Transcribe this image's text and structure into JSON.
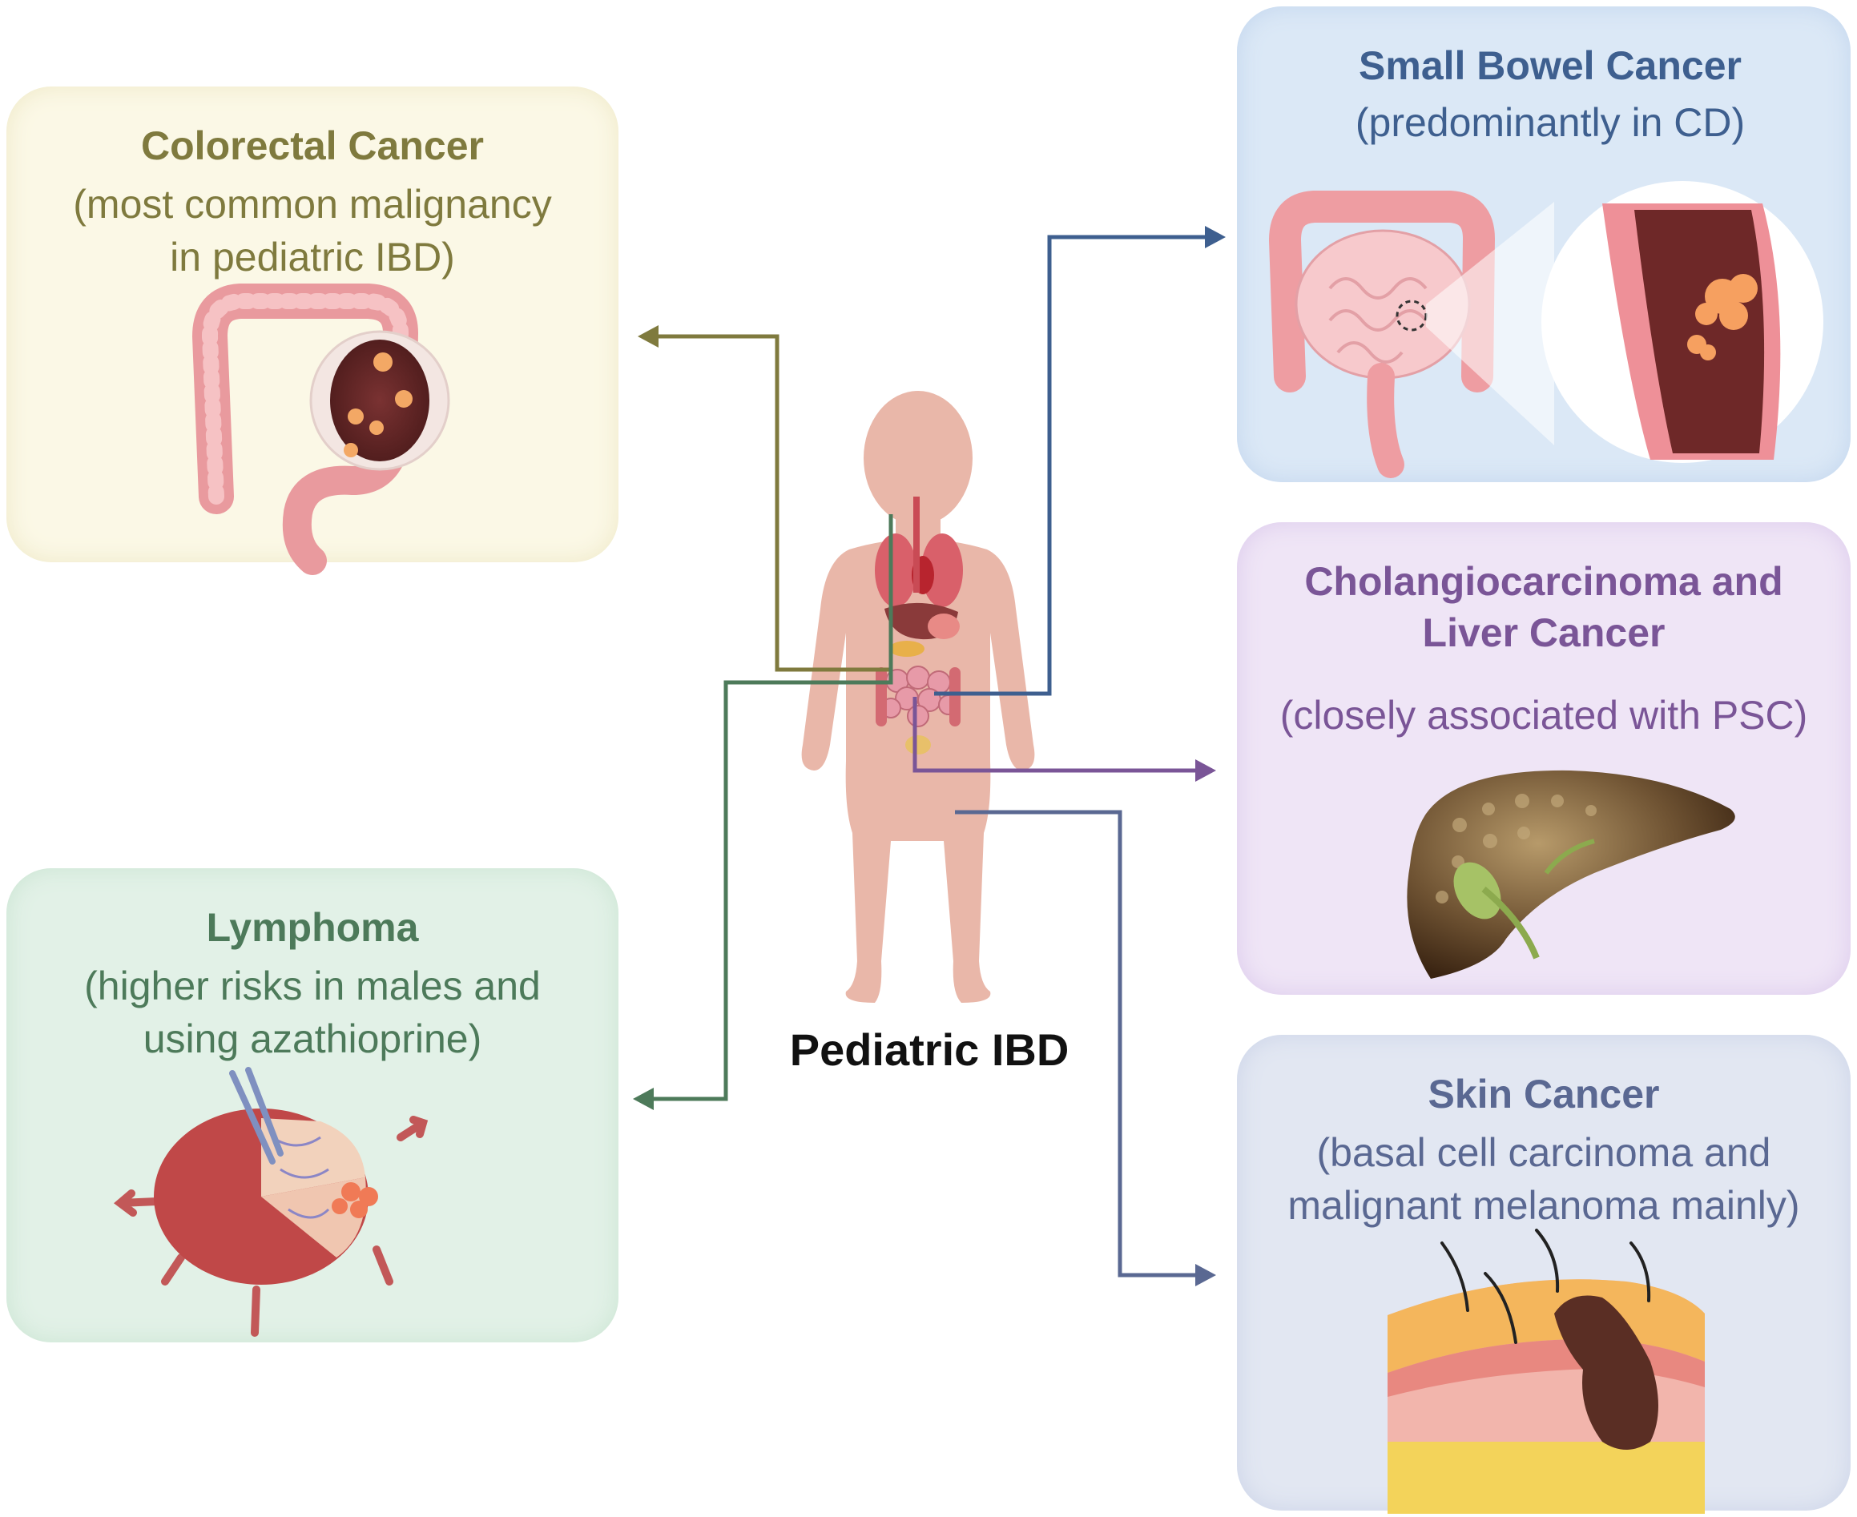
{
  "center": {
    "label": "Pediatric IBD"
  },
  "panels": {
    "colorectal": {
      "title": "Colorectal Cancer",
      "subtitle_lines": [
        "(most common malignancy",
        "in pediatric IBD)"
      ],
      "color": "#7f7a3e",
      "bg": "#fbf8e6"
    },
    "small_bowel": {
      "title": "Small Bowel Cancer",
      "subtitle_lines": [
        "(predominantly in CD)"
      ],
      "color": "#3e5f8f",
      "bg": "#dbe8f6"
    },
    "cholangio": {
      "title_lines": [
        "Cholangiocarcinoma and",
        "Liver Cancer"
      ],
      "subtitle_lines": [
        "(closely associated with PSC)"
      ],
      "color": "#7a5597",
      "bg": "#efe5f6"
    },
    "lymphoma": {
      "title": "Lymphoma",
      "subtitle_lines": [
        "(higher risks in males and",
        "using azathioprine)"
      ],
      "color": "#4d7a5a",
      "bg": "#e2f1e7"
    },
    "skin": {
      "title": "Skin Cancer",
      "subtitle_lines": [
        "(basal cell carcinoma and",
        "malignant melanoma mainly)"
      ],
      "color": "#5a6892",
      "bg": "#e2e7f2"
    }
  },
  "arrow_colors": {
    "colorectal": "#7f7a3e",
    "small_bowel": "#3e5f8f",
    "cholangio": "#7a5597",
    "lymphoma": "#4d7a5a",
    "skin": "#5a6892"
  },
  "illustrations": {
    "colon": "colon-with-tumor-illustration",
    "small_bowel": "small-bowel-tumor-illustration",
    "liver": "diseased-liver-illustration",
    "lymph": "lymph-node-illustration",
    "skin": "skin-melanoma-illustration",
    "body": "child-body-organs-illustration"
  }
}
